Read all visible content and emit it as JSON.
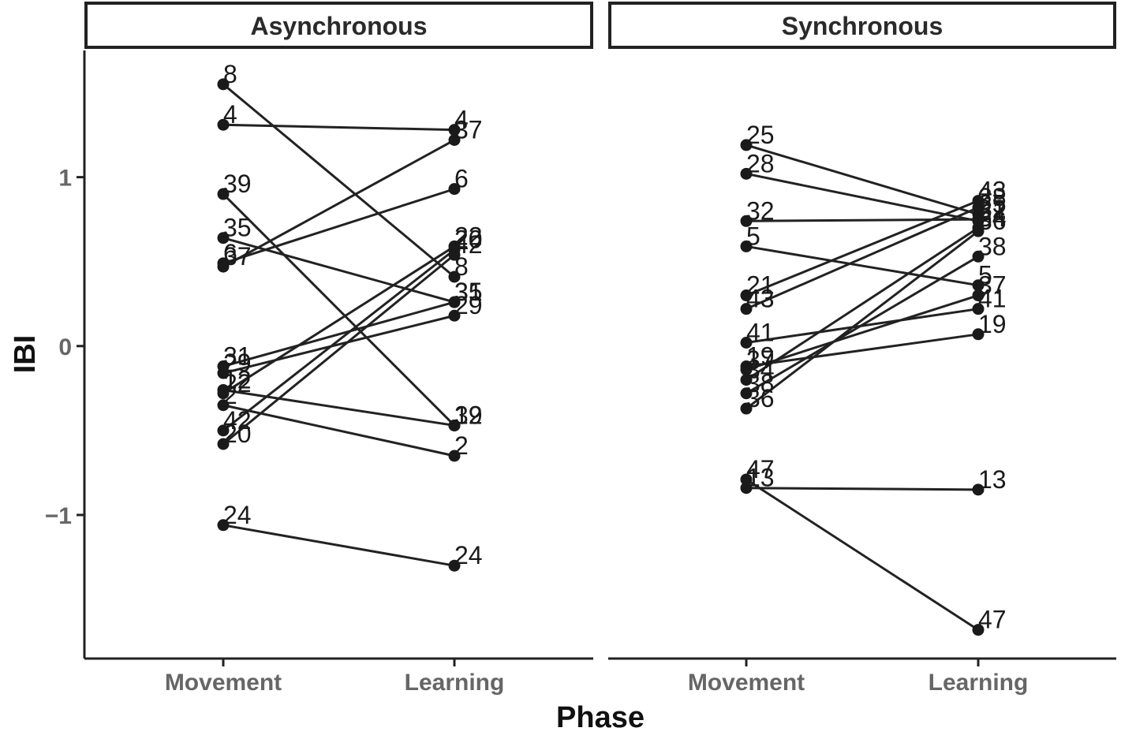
{
  "chart_data": {
    "type": "line",
    "xlabel": "Phase",
    "ylabel": "IBI",
    "categories": [
      "Movement",
      "Learning"
    ],
    "yticks": [
      -1,
      0,
      1
    ],
    "ylim": [
      -1.85,
      1.75
    ],
    "grid": false,
    "panels": [
      {
        "title": "Asynchronous",
        "series": [
          {
            "id": "8",
            "values": [
              1.55,
              0.41
            ]
          },
          {
            "id": "4",
            "values": [
              1.31,
              1.28
            ]
          },
          {
            "id": "39",
            "values": [
              0.9,
              -0.47
            ]
          },
          {
            "id": "35",
            "values": [
              0.64,
              0.26
            ]
          },
          {
            "id": "6",
            "values": [
              0.49,
              0.93
            ]
          },
          {
            "id": "37",
            "values": [
              0.47,
              1.22
            ]
          },
          {
            "id": "31",
            "values": [
              -0.12,
              0.26
            ]
          },
          {
            "id": "29",
            "values": [
              -0.16,
              0.18
            ]
          },
          {
            "id": "12",
            "values": [
              -0.26,
              -0.47
            ]
          },
          {
            "id": "22",
            "values": [
              -0.28,
              0.59
            ]
          },
          {
            "id": "2",
            "values": [
              -0.35,
              -0.65
            ]
          },
          {
            "id": "42",
            "values": [
              -0.5,
              0.57
            ]
          },
          {
            "id": "20",
            "values": [
              -0.58,
              0.54
            ]
          },
          {
            "id": "24",
            "values": [
              -1.06,
              -1.3
            ]
          }
        ],
        "labels_left": [
          {
            "text": "8",
            "y": 1.55
          },
          {
            "text": "4",
            "y": 1.31
          },
          {
            "text": "39",
            "y": 0.9
          },
          {
            "text": "35",
            "y": 0.64
          },
          {
            "text": "6",
            "y": 0.49
          },
          {
            "text": "37",
            "y": 0.47
          },
          {
            "text": "31",
            "y": -0.12
          },
          {
            "text": "29",
            "y": -0.16
          },
          {
            "text": "12",
            "y": -0.26
          },
          {
            "text": "22",
            "y": -0.28
          },
          {
            "text": "2",
            "y": -0.35
          },
          {
            "text": "42",
            "y": -0.5
          },
          {
            "text": "20",
            "y": -0.58
          },
          {
            "text": "24",
            "y": -1.06
          }
        ],
        "labels_right": [
          {
            "text": "4",
            "y": 1.28
          },
          {
            "text": "37",
            "y": 1.22
          },
          {
            "text": "6",
            "y": 0.93
          },
          {
            "text": "22",
            "y": 0.59
          },
          {
            "text": "20",
            "y": 0.57
          },
          {
            "text": "42",
            "y": 0.54
          },
          {
            "text": "8",
            "y": 0.41
          },
          {
            "text": "35",
            "y": 0.26
          },
          {
            "text": "31",
            "y": 0.26
          },
          {
            "text": "29",
            "y": 0.18
          },
          {
            "text": "39",
            "y": -0.47
          },
          {
            "text": "12",
            "y": -0.47
          },
          {
            "text": "2",
            "y": -0.65
          },
          {
            "text": "24",
            "y": -1.3
          }
        ]
      },
      {
        "title": "Synchronous",
        "series": [
          {
            "id": "25",
            "values": [
              1.19,
              0.78
            ]
          },
          {
            "id": "28",
            "values": [
              1.02,
              0.74
            ]
          },
          {
            "id": "32",
            "values": [
              0.74,
              0.75
            ]
          },
          {
            "id": "5",
            "values": [
              0.59,
              0.36
            ]
          },
          {
            "id": "21",
            "values": [
              0.3,
              0.86
            ]
          },
          {
            "id": "43",
            "values": [
              0.22,
              0.82
            ]
          },
          {
            "id": "41",
            "values": [
              0.02,
              0.22
            ]
          },
          {
            "id": "19",
            "values": [
              -0.12,
              0.07
            ]
          },
          {
            "id": "37",
            "values": [
              -0.14,
              0.3
            ]
          },
          {
            "id": "34",
            "values": [
              -0.2,
              0.7
            ]
          },
          {
            "id": "38",
            "values": [
              -0.28,
              0.53
            ]
          },
          {
            "id": "36",
            "values": [
              -0.37,
              0.68
            ]
          },
          {
            "id": "47",
            "values": [
              -0.79,
              -1.68
            ]
          },
          {
            "id": "13",
            "values": [
              -0.84,
              -0.85
            ]
          }
        ],
        "labels_left": [
          {
            "text": "25",
            "y": 1.19
          },
          {
            "text": "28",
            "y": 1.02
          },
          {
            "text": "32",
            "y": 0.74
          },
          {
            "text": "5",
            "y": 0.59
          },
          {
            "text": "21",
            "y": 0.3
          },
          {
            "text": "43",
            "y": 0.22
          },
          {
            "text": "41",
            "y": 0.02
          },
          {
            "text": "19",
            "y": -0.12
          },
          {
            "text": "37",
            "y": -0.14
          },
          {
            "text": "34",
            "y": -0.2
          },
          {
            "text": "38",
            "y": -0.28
          },
          {
            "text": "36",
            "y": -0.37
          },
          {
            "text": "47",
            "y": -0.79
          },
          {
            "text": "13",
            "y": -0.84
          }
        ],
        "labels_right": [
          {
            "text": "43",
            "y": 0.86
          },
          {
            "text": "28",
            "y": 0.82
          },
          {
            "text": "25",
            "y": 0.78
          },
          {
            "text": "32",
            "y": 0.75
          },
          {
            "text": "21",
            "y": 0.74
          },
          {
            "text": "34",
            "y": 0.7
          },
          {
            "text": "36",
            "y": 0.68
          },
          {
            "text": "38",
            "y": 0.53
          },
          {
            "text": "5",
            "y": 0.36
          },
          {
            "text": "37",
            "y": 0.3
          },
          {
            "text": "41",
            "y": 0.22
          },
          {
            "text": "19",
            "y": 0.07
          },
          {
            "text": "13",
            "y": -0.85
          },
          {
            "text": "47",
            "y": -1.68
          }
        ]
      }
    ]
  }
}
